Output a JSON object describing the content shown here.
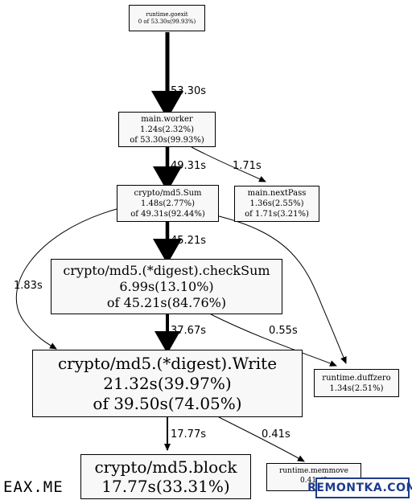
{
  "nodes": {
    "goexit": {
      "name": "runtime.goexit",
      "flat": "0 of 53.30s(99.93%)"
    },
    "worker": {
      "name": "main.worker",
      "flat": "1.24s(2.32%)",
      "cum": "of 53.30s(99.93%)"
    },
    "md5sum": {
      "name": "crypto/md5.Sum",
      "flat": "1.48s(2.77%)",
      "cum": "of 49.31s(92.44%)"
    },
    "nextpass": {
      "name": "main.nextPass",
      "flat": "1.36s(2.55%)",
      "cum": "of 1.71s(3.21%)"
    },
    "checksum": {
      "name": "crypto/md5.(*digest).checkSum",
      "flat": "6.99s(13.10%)",
      "cum": "of 45.21s(84.76%)"
    },
    "write": {
      "name": "crypto/md5.(*digest).Write",
      "flat": "21.32s(39.97%)",
      "cum": "of 39.50s(74.05%)"
    },
    "duffzero": {
      "name": "runtime.duffzero",
      "flat": "1.34s(2.51%)"
    },
    "block": {
      "name": "crypto/md5.block",
      "flat": "17.77s(33.31%)"
    },
    "memmove": {
      "name": "runtime.memmove",
      "flat": "0.41s(0"
    }
  },
  "edges": {
    "goexit_worker": "53.30s",
    "worker_md5sum": "49.31s",
    "worker_nextpass": "1.71s",
    "md5sum_checksum": "45.21s",
    "md5sum_write": "1.83s",
    "checksum_write": "37.67s",
    "checksum_duffzero": "0.55s",
    "write_block": "17.77s",
    "write_memmove": "0.41s"
  },
  "watermarks": {
    "left": "EAX.ME",
    "right": "REMONTKA.COM"
  },
  "colors": {
    "node_fill": "#f8f8f8",
    "edge": "#000000",
    "badge_blue": "#1e3c8c"
  }
}
